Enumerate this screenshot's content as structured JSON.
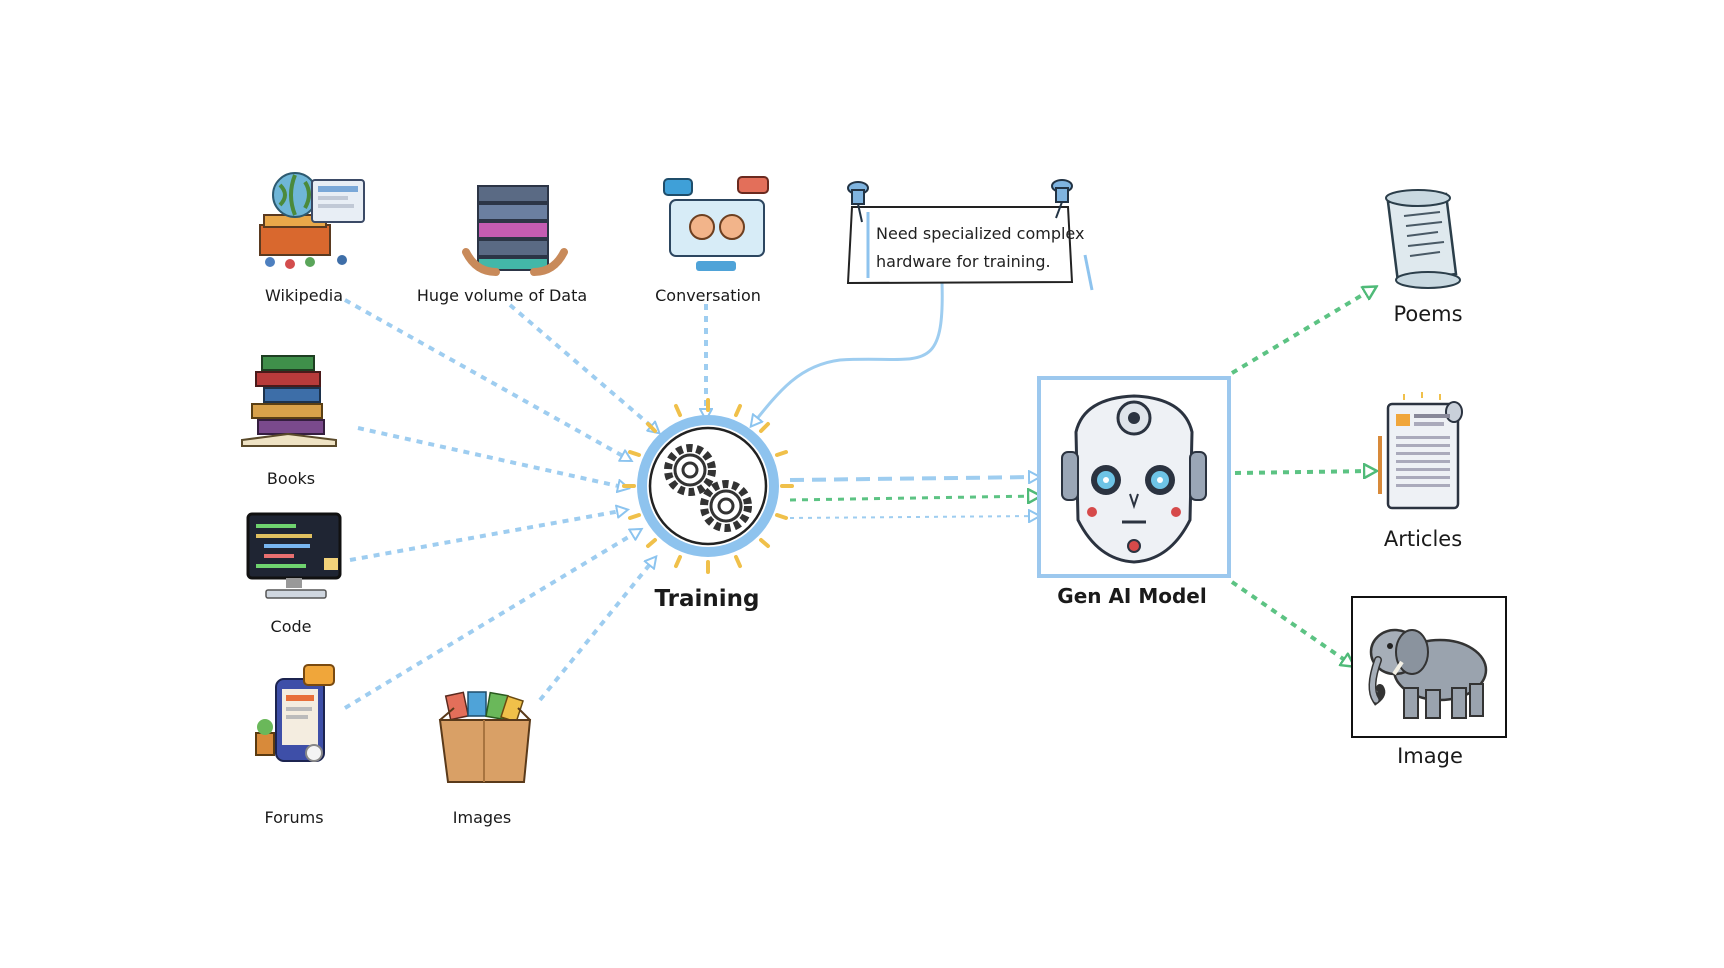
{
  "sources": [
    {
      "id": "wikipedia",
      "label": "Wikipedia",
      "icon": "wikipedia-globe-icon"
    },
    {
      "id": "huge-data",
      "label": "Huge volume of Data",
      "icon": "server-stack-icon"
    },
    {
      "id": "conversation",
      "label": "Conversation",
      "icon": "chat-conversation-icon"
    },
    {
      "id": "books",
      "label": "Books",
      "icon": "book-stack-icon"
    },
    {
      "id": "code",
      "label": "Code",
      "icon": "computer-code-icon"
    },
    {
      "id": "forums",
      "label": "Forums",
      "icon": "forum-phone-icon"
    },
    {
      "id": "images",
      "label": "Images",
      "icon": "image-box-icon"
    }
  ],
  "training": {
    "label": "Training",
    "icon": "gears-icon"
  },
  "note": {
    "line1": "Need specialized complex",
    "line2": "hardware for training.",
    "icon": "pin-icon"
  },
  "model": {
    "label": "Gen AI Model",
    "icon": "robot-head-icon"
  },
  "outputs": [
    {
      "id": "poems",
      "label": "Poems",
      "icon": "scroll-icon"
    },
    {
      "id": "articles",
      "label": "Articles",
      "icon": "newspaper-icon"
    },
    {
      "id": "image",
      "label": "Image",
      "icon": "elephant-icon"
    }
  ],
  "colors": {
    "input_arrow": "#9ecdf0",
    "output_arrow": "#5cc383",
    "training_ring": "#8ec3ee",
    "spark": "#f0c04a",
    "model_border": "#9cc8ee"
  }
}
